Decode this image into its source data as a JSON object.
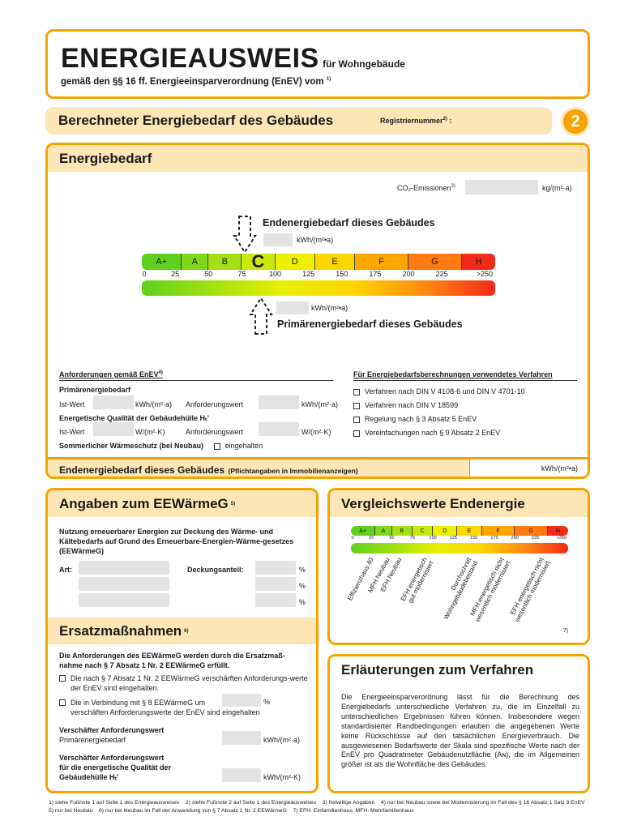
{
  "header": {
    "title": "ENERGIEAUSWEIS",
    "title_suffix": "für Wohngebäude",
    "subtitle": "gemäß den §§ 16 ff. Energieeinsparverordnung (EnEV) vom",
    "subtitle_note": "1)"
  },
  "section": {
    "title": "Berechneter Energiebedarf des Gebäudes",
    "reg_label": "Registriernummer",
    "reg_note": "2)",
    "reg_colon": ":",
    "page_number": "2"
  },
  "energiebedarf": {
    "title": "Energiebedarf",
    "co2_label": "CO₂-Emissionen",
    "co2_note": "3)",
    "co2_unit": "kg/(m²·a)",
    "end_label": "Endenergiebedarf dieses Gebäudes",
    "end_unit": "kWh/(m²•a)",
    "primary_label": "Primärenergiebedarf dieses Gebäudes",
    "primary_unit": "kWh/(m²•a)",
    "highlighted_class": "C",
    "req_title": "Anforderungen gemäß EnEV",
    "req_note": "4)",
    "primary_heading": "Primärenergiebedarf",
    "ist_label": "Ist-Wert",
    "kwh_unit": "kWh/(m²·a)",
    "anf_label": "Anforderungswert",
    "hull_heading": "Energetische Qualität der Gebäudehülle Hₜ'",
    "w_unit": "W/(m²·K)",
    "summer_label": "Sommerlicher Wärmeschutz (bei Neubau)",
    "summer_check": "eingehalten",
    "method_title": "Für Energiebedarfsberechnungen verwendetes Verfahren",
    "methods": [
      "Verfahren nach DIN V 4108-6 und DIN V 4701-10",
      "Verfahren nach DIN V 18599",
      "Regelung nach § 3 Absatz 5 EnEV",
      "Vereinfachungen nach § 9 Absatz 2 EnEV"
    ],
    "bottom_label": "Endenergiebedarf dieses Gebäudes",
    "bottom_note": "(Pflichtangaben in Immobilienanzeigen)",
    "bottom_unit": "kWh/(m²•a)"
  },
  "scale": {
    "classes": [
      {
        "label": "A+",
        "from": 0,
        "to": 30
      },
      {
        "label": "A",
        "from": 30,
        "to": 50
      },
      {
        "label": "B",
        "from": 50,
        "to": 75
      },
      {
        "label": "C",
        "from": 75,
        "to": 100
      },
      {
        "label": "D",
        "from": 100,
        "to": 130
      },
      {
        "label": "E",
        "from": 130,
        "to": 160
      },
      {
        "label": "F",
        "from": 160,
        "to": 200
      },
      {
        "label": "G",
        "from": 200,
        "to": 240
      },
      {
        "label": "H",
        "from": 240,
        "to": 265
      }
    ],
    "ticks": [
      {
        "v": 0,
        "t": "0"
      },
      {
        "v": 25,
        "t": "25"
      },
      {
        "v": 50,
        "t": "50"
      },
      {
        "v": 75,
        "t": "75"
      },
      {
        "v": 100,
        "t": "100"
      },
      {
        "v": 125,
        "t": "125"
      },
      {
        "v": 150,
        "t": "150"
      },
      {
        "v": 175,
        "t": "175"
      },
      {
        "v": 200,
        "t": "200"
      },
      {
        "v": 225,
        "t": "225"
      },
      {
        "v": 257,
        "t": ">250"
      }
    ],
    "class_colors": [
      "#5ed11f",
      "#80d81a",
      "#a4e014",
      "#c9e80c",
      "#eef000",
      "#ffd700",
      "#ffa600",
      "#ff7a10",
      "#f22a18"
    ]
  },
  "eewaerme": {
    "title": "Angaben zum EEWärmeG",
    "note": "5)",
    "intro": "Nutzung erneuerbarer Energien zur Deckung des Wärme- und Kältebedarfs auf Grund des Erneuerbare-Energien-Wärme-gesetzes (EEWärmeG)",
    "art_label": "Art:",
    "deckung_label": "Deckungsanteil:",
    "percent": "%"
  },
  "ersatz": {
    "title": "Ersatzmaßnahmen",
    "note": "6)",
    "intro": "Die Anforderungen des EEWärmeG werden durch die Ersatzmaß-nahme nach § 7 Absatz 1 Nr. 2 EEWärmeG erfüllt.",
    "opt1": "Die nach § 7 Absatz 1 Nr. 2 EEWärmeG verschärften Anforderungs-werte der EnEV sind eingehalten.",
    "opt2a": "Die in Verbindung mit § 8 EEWärmeG um",
    "opt2b": "verschäften Anforderungswerte der EnEV sind eingehalten",
    "percent": "%",
    "v1_heading": "Verschäfter Anforderungswert",
    "v1_label": "Primärenergiebedarf",
    "v1_unit": "kWh/(m²·a)",
    "v2_heading": "Verschäfter Anforderungswert",
    "v2_label1": "für die energetische Qualität der",
    "v2_label2": "Gebäudehülle Hₜ'",
    "v2_unit": "kWh/(m²·K)"
  },
  "vergleich": {
    "title": "Vergleichswerte Endenergie",
    "note": "7)",
    "items": [
      {
        "v": 22,
        "t": "Effizienzhaus 40"
      },
      {
        "v": 42,
        "t": "MFH Neubau"
      },
      {
        "v": 57,
        "t": "EFH Neubau"
      },
      {
        "v": 88,
        "t": "EFH energetisch\ngut modernisiert"
      },
      {
        "v": 142,
        "t": "Durchschnitt\nWohngebäudebestand"
      },
      {
        "v": 182,
        "t": "MFH energetisch nicht\nwesentlich modernisiert"
      },
      {
        "v": 230,
        "t": "EFH energetisch nicht\nwesentlich modernisiert"
      }
    ]
  },
  "erlaeuterung": {
    "title": "Erläuterungen zum Verfahren",
    "text": "Die Energieeinsparverordnung lässt für die Berechnung des Energiebedarfs unterschiedliche Verfahren zu, die im Einzelfall zu unterschiedlichen Ergebnissen führen können. Insbesondere wegen standardisierter Randbedingungen erlauben die angegebenen Werte keine Rückschlüsse auf den tatsächlichen Energieverbrauch. Die ausgewiesenen Bedarfswerte der Skala sind spezifische Werte nach der EnEV pro Quadratmeter Gebäudenutzfläche (Aɴ), die im Allgemeinen größer ist als die Wohnfläche des Gebäudes."
  },
  "footnotes": "1) siehe Fußnote 1 auf Seite 1 des Energieausweises    2) siehe Fußnote 2 auf Seite 1 des Energieausweises    3) freiwillige Angaben    4) nur bei Neubau sowie bei Modernisierung im Fall des § 16 Absatz 1 Satz 3 EnEV    5) nur bei Neubau    6) nur bei Neubau im Fall der Anwendung von § 7 Absatz 1 Nr. 2 EEWärmeG    7) EFH: Einfamilienhaus, MFH: Mehrfamilienhaus",
  "colors": {
    "accent": "#f5a300",
    "band": "#fde6b6"
  }
}
